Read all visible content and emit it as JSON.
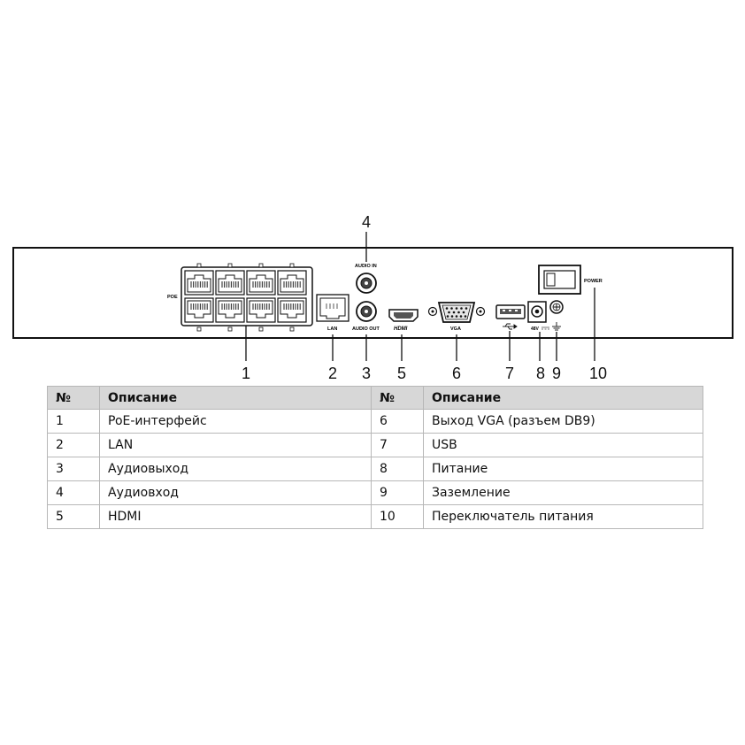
{
  "panel": {
    "labels": {
      "poe": "POE",
      "lan": "LAN",
      "audio_in": "AUDIO IN",
      "audio_out": "AUDIO OUT",
      "hdmi": "HDMI",
      "vga": "VGA",
      "voltage": "48V",
      "power": "POWER"
    },
    "callouts": [
      "1",
      "2",
      "3",
      "4",
      "5",
      "6",
      "7",
      "8",
      "9",
      "10"
    ]
  },
  "table": {
    "headers": [
      "№",
      "Описание",
      "№",
      "Описание"
    ],
    "rows": [
      [
        "1",
        "PoE-интерфейс",
        "6",
        "Выход VGA (разъем DB9)"
      ],
      [
        "2",
        "LAN",
        "7",
        "USB"
      ],
      [
        "3",
        "Аудиовыход",
        "8",
        "Питание"
      ],
      [
        "4",
        "Аудиовход",
        "9",
        "Заземление"
      ],
      [
        "5",
        "HDMI",
        "10",
        "Переключатель питания"
      ]
    ]
  }
}
